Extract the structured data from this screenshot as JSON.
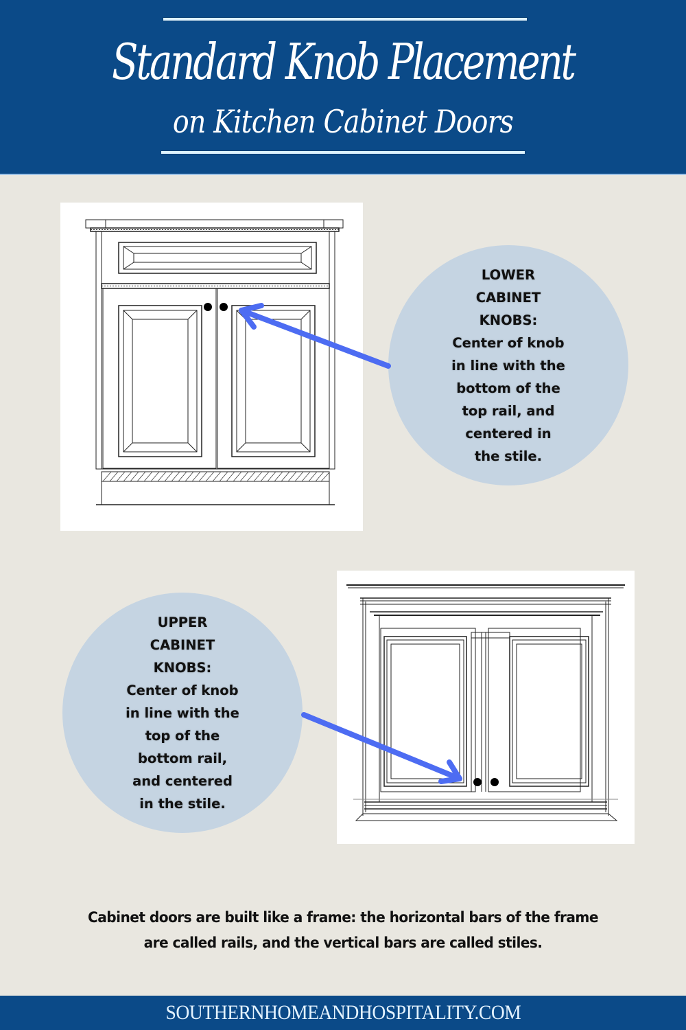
{
  "header": {
    "title": "Standard Knob Placement",
    "subtitle": "on Kitchen Cabinet Doors",
    "background_color": "#0B4A88",
    "rule_color": "#DDF2FF"
  },
  "lower_cabinet": {
    "callout": {
      "lines": [
        "LOWER",
        "CABINET",
        "KNOBS:",
        "Center of knob",
        "in line with the",
        "bottom of the",
        "top rail, and",
        "centered in",
        "the stile."
      ]
    },
    "illustration": "base-cabinet-drawing",
    "knob_count": 2
  },
  "upper_cabinet": {
    "callout": {
      "lines": [
        "UPPER",
        "CABINET",
        "KNOBS:",
        "Center of knob",
        "in line with the",
        "top of the",
        "bottom rail,",
        "and centered",
        "in the stile."
      ]
    },
    "illustration": "wall-cabinet-drawing",
    "knob_count": 2
  },
  "note": {
    "lines": [
      "Cabinet doors are built like a frame: the horizontal bars of the frame",
      "are called rails, and the vertical bars are called stiles."
    ]
  },
  "footer": {
    "site": "SOUTHERNHOMEANDHOSPITALITY.COM"
  },
  "colors": {
    "background": "#E9E7E0",
    "callout_circle": "#C5D4E2",
    "arrow": "#4D6CF2",
    "knob": "#000000"
  }
}
